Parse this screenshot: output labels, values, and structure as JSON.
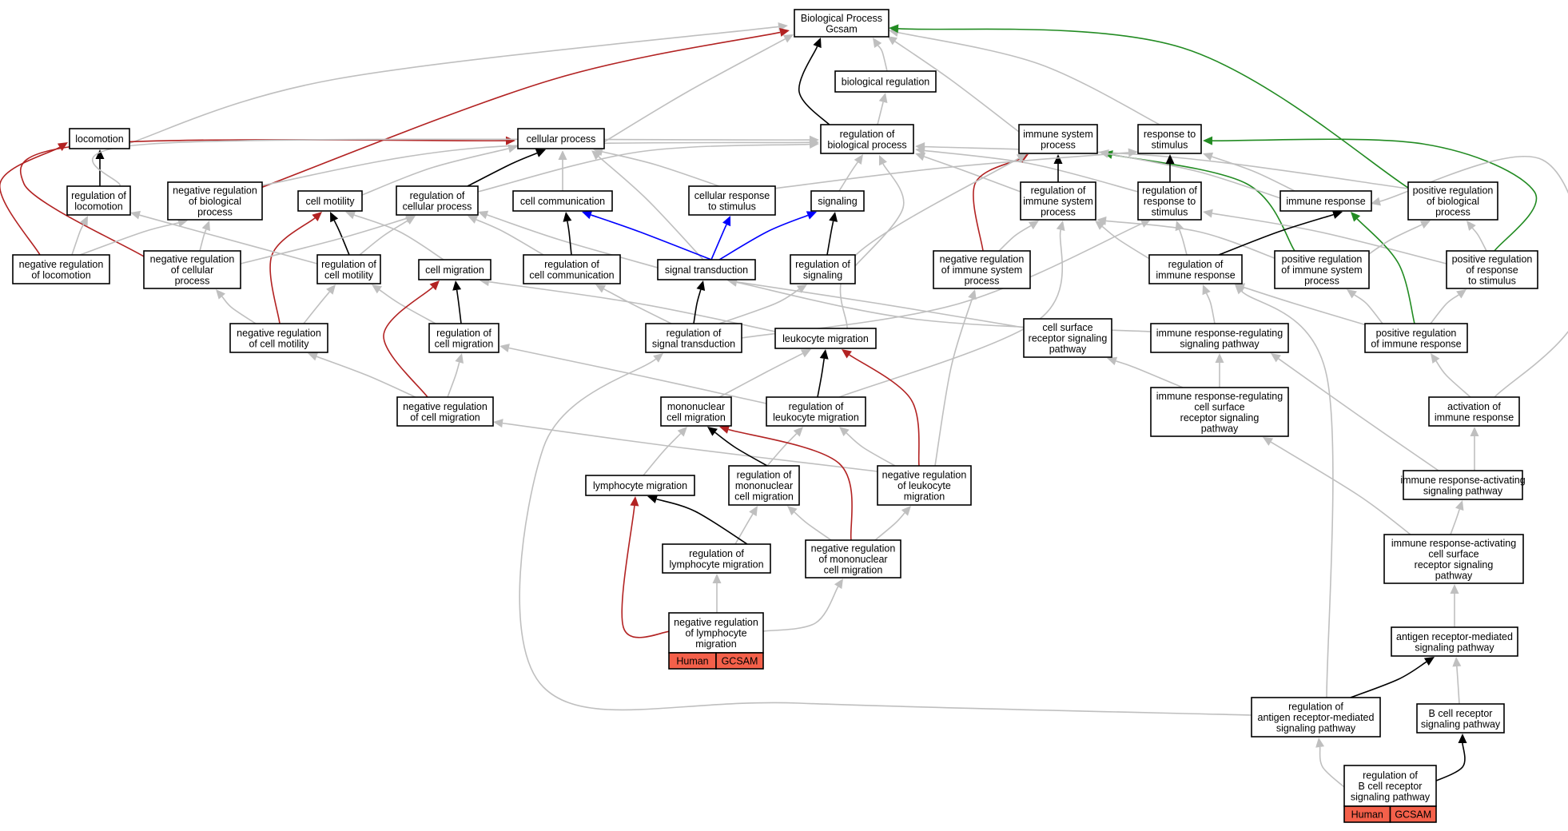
{
  "colors": {
    "is_a": "#bfbfbf",
    "part_of": "#000000",
    "regulates": "#000000",
    "negatively_regulates": "#b22222",
    "positively_regulates": "#228b22",
    "signal": "#0000ff",
    "tag_fill": "#f4604a"
  },
  "nodes": [
    {
      "id": "bp",
      "lines": [
        "Biological Process",
        "Gcsam"
      ]
    },
    {
      "id": "bioreg",
      "lines": [
        "biological regulation"
      ]
    },
    {
      "id": "loco",
      "lines": [
        "locomotion"
      ]
    },
    {
      "id": "cellproc",
      "lines": [
        "cellular process"
      ]
    },
    {
      "id": "regbio",
      "lines": [
        "regulation of",
        "biological process"
      ]
    },
    {
      "id": "immsys",
      "lines": [
        "immune system",
        "process"
      ]
    },
    {
      "id": "resp",
      "lines": [
        "response to",
        "stimulus"
      ]
    },
    {
      "id": "regloco",
      "lines": [
        "regulation of",
        "locomotion"
      ]
    },
    {
      "id": "negregbio",
      "lines": [
        "negative regulation",
        "of biological",
        "process"
      ]
    },
    {
      "id": "cellmot",
      "lines": [
        "cell motility"
      ]
    },
    {
      "id": "regcellproc",
      "lines": [
        "regulation of",
        "cellular process"
      ]
    },
    {
      "id": "cellcomm",
      "lines": [
        "cell communication"
      ]
    },
    {
      "id": "cellresp",
      "lines": [
        "cellular response",
        "to stimulus"
      ]
    },
    {
      "id": "signaling",
      "lines": [
        "signaling"
      ]
    },
    {
      "id": "regimmsys",
      "lines": [
        "regulation of",
        "immune system",
        "process"
      ]
    },
    {
      "id": "regresp",
      "lines": [
        "regulation of",
        "response to",
        "stimulus"
      ]
    },
    {
      "id": "immresp",
      "lines": [
        "immune response"
      ]
    },
    {
      "id": "posregbio",
      "lines": [
        "positive regulation",
        "of biological",
        "process"
      ]
    },
    {
      "id": "negregloco",
      "lines": [
        "negative regulation",
        "of locomotion"
      ]
    },
    {
      "id": "negregcell",
      "lines": [
        "negative regulation",
        "of cellular",
        "process"
      ]
    },
    {
      "id": "regcellmot",
      "lines": [
        "regulation of",
        "cell motility"
      ]
    },
    {
      "id": "cellmig",
      "lines": [
        "cell migration"
      ]
    },
    {
      "id": "regcellcomm",
      "lines": [
        "regulation of",
        "cell communication"
      ]
    },
    {
      "id": "sigtrans",
      "lines": [
        "signal transduction"
      ]
    },
    {
      "id": "regsig",
      "lines": [
        "regulation of",
        "signaling"
      ]
    },
    {
      "id": "negregimm",
      "lines": [
        "negative regulation",
        "of immune system",
        "process"
      ]
    },
    {
      "id": "regimmresp",
      "lines": [
        "regulation of",
        "immune response"
      ]
    },
    {
      "id": "posregimmsys",
      "lines": [
        "positive regulation",
        "of immune system",
        "process"
      ]
    },
    {
      "id": "posregresp",
      "lines": [
        "positive regulation",
        "of response",
        "to stimulus"
      ]
    },
    {
      "id": "negregmot",
      "lines": [
        "negative regulation",
        "of cell motility"
      ]
    },
    {
      "id": "regcellmig",
      "lines": [
        "regulation of",
        "cell migration"
      ]
    },
    {
      "id": "regsigtrans",
      "lines": [
        "regulation of",
        "signal transduction"
      ]
    },
    {
      "id": "leukmig",
      "lines": [
        "leukocyte migration"
      ]
    },
    {
      "id": "cellsurf",
      "lines": [
        "cell surface",
        "receptor signaling",
        "pathway"
      ]
    },
    {
      "id": "imrespregsig",
      "lines": [
        "immune response-regulating",
        "signaling pathway"
      ]
    },
    {
      "id": "posregimmresp",
      "lines": [
        "positive regulation",
        "of immune response"
      ]
    },
    {
      "id": "negregcellmig",
      "lines": [
        "negative regulation",
        "of cell migration"
      ]
    },
    {
      "id": "mononuc",
      "lines": [
        "mononuclear",
        "cell migration"
      ]
    },
    {
      "id": "regleuk",
      "lines": [
        "regulation of",
        "leukocyte migration"
      ]
    },
    {
      "id": "imrespregcs",
      "lines": [
        "immune response-regulating",
        "cell surface",
        "receptor signaling",
        "pathway"
      ]
    },
    {
      "id": "actimm",
      "lines": [
        "activation of",
        "immune response"
      ]
    },
    {
      "id": "lymph",
      "lines": [
        "lymphocyte migration"
      ]
    },
    {
      "id": "regmono",
      "lines": [
        "regulation of",
        "mononuclear",
        "cell migration"
      ]
    },
    {
      "id": "negregleuk",
      "lines": [
        "negative regulation",
        "of leukocyte",
        "migration"
      ]
    },
    {
      "id": "imrespact",
      "lines": [
        "immune response-activating",
        "signaling pathway"
      ]
    },
    {
      "id": "reglymph",
      "lines": [
        "regulation of",
        "lymphocyte migration"
      ]
    },
    {
      "id": "negregmono",
      "lines": [
        "negative regulation",
        "of mononuclear",
        "cell migration"
      ]
    },
    {
      "id": "imrespactcs",
      "lines": [
        "immune response-activating",
        "cell surface",
        "receptor signaling",
        "pathway"
      ]
    },
    {
      "id": "negreglymph",
      "lines": [
        "negative regulation",
        "of lymphocyte",
        "migration"
      ],
      "tags": [
        "Human",
        "GCSAM"
      ]
    },
    {
      "id": "antigen",
      "lines": [
        "antigen receptor-mediated",
        "signaling pathway"
      ]
    },
    {
      "id": "regantigen",
      "lines": [
        "regulation of",
        "antigen receptor-mediated",
        "signaling pathway"
      ]
    },
    {
      "id": "bcr",
      "lines": [
        "B cell receptor",
        "signaling pathway"
      ]
    },
    {
      "id": "regbcr",
      "lines": [
        "regulation of",
        "B cell receptor",
        "signaling pathway"
      ],
      "tags": [
        "Human",
        "GCSAM"
      ]
    }
  ],
  "edges": [
    {
      "from": "loco",
      "to": "bp",
      "type": "is_a"
    },
    {
      "from": "cellproc",
      "to": "bp",
      "type": "is_a"
    },
    {
      "from": "bioreg",
      "to": "bp",
      "type": "is_a"
    },
    {
      "from": "regbio",
      "to": "bp",
      "type": "part_of"
    },
    {
      "from": "negregbio",
      "to": "bp",
      "type": "negatively_regulates"
    },
    {
      "from": "immsys",
      "to": "bp",
      "type": "is_a"
    },
    {
      "from": "resp",
      "to": "bp",
      "type": "is_a"
    },
    {
      "from": "posregbio",
      "to": "bp",
      "type": "positively_regulates"
    },
    {
      "from": "regbio",
      "to": "bioreg",
      "type": "is_a"
    },
    {
      "from": "regloco",
      "to": "loco",
      "type": "part_of"
    },
    {
      "from": "negregloco",
      "to": "loco",
      "type": "negatively_regulates"
    },
    {
      "from": "regcellproc",
      "to": "cellproc",
      "type": "part_of"
    },
    {
      "from": "cellmot",
      "to": "cellproc",
      "type": "is_a"
    },
    {
      "from": "cellcomm",
      "to": "cellproc",
      "type": "is_a"
    },
    {
      "from": "cellresp",
      "to": "cellproc",
      "type": "is_a"
    },
    {
      "from": "sigtrans",
      "to": "cellproc",
      "type": "is_a"
    },
    {
      "from": "negregcell",
      "to": "cellproc",
      "type": "negatively_regulates"
    },
    {
      "from": "regloco",
      "to": "regbio",
      "type": "is_a"
    },
    {
      "from": "negregbio",
      "to": "regbio",
      "type": "is_a"
    },
    {
      "from": "regcellproc",
      "to": "regbio",
      "type": "is_a"
    },
    {
      "from": "signaling",
      "to": "regbio",
      "type": "is_a"
    },
    {
      "from": "regsig",
      "to": "regbio",
      "type": "is_a"
    },
    {
      "from": "regimmsys",
      "to": "regbio",
      "type": "is_a"
    },
    {
      "from": "regresp",
      "to": "regbio",
      "type": "is_a"
    },
    {
      "from": "posregbio",
      "to": "regbio",
      "type": "is_a"
    },
    {
      "from": "regimmsys",
      "to": "immsys",
      "type": "part_of"
    },
    {
      "from": "negregimm",
      "to": "immsys",
      "type": "negatively_regulates"
    },
    {
      "from": "posregimmsys",
      "to": "immsys",
      "type": "positively_regulates"
    },
    {
      "from": "leukmig",
      "to": "immsys",
      "type": "is_a"
    },
    {
      "from": "immresp",
      "to": "immsys",
      "type": "is_a"
    },
    {
      "from": "cellresp",
      "to": "resp",
      "type": "is_a"
    },
    {
      "from": "regresp",
      "to": "resp",
      "type": "part_of"
    },
    {
      "from": "immresp",
      "to": "resp",
      "type": "is_a"
    },
    {
      "from": "posregresp",
      "to": "resp",
      "type": "positively_regulates"
    },
    {
      "from": "negregloco",
      "to": "regloco",
      "type": "is_a"
    },
    {
      "from": "negregloco",
      "to": "negregbio",
      "type": "is_a"
    },
    {
      "from": "negregcell",
      "to": "negregbio",
      "type": "is_a"
    },
    {
      "from": "regcellmot",
      "to": "cellmot",
      "type": "part_of"
    },
    {
      "from": "negregmot",
      "to": "cellmot",
      "type": "negatively_regulates"
    },
    {
      "from": "cellmig",
      "to": "cellmot",
      "type": "is_a"
    },
    {
      "from": "regcellmot",
      "to": "regloco",
      "type": "is_a"
    },
    {
      "from": "negregcell",
      "to": "regcellproc",
      "type": "is_a"
    },
    {
      "from": "regcellmot",
      "to": "regcellproc",
      "type": "is_a"
    },
    {
      "from": "regcellcomm",
      "to": "regcellproc",
      "type": "is_a"
    },
    {
      "from": "sigtrans",
      "to": "regcellproc",
      "type": "is_a"
    },
    {
      "from": "regcellcomm",
      "to": "cellcomm",
      "type": "part_of"
    },
    {
      "from": "sigtrans",
      "to": "cellcomm",
      "type": "signal"
    },
    {
      "from": "sigtrans",
      "to": "cellresp",
      "type": "signal"
    },
    {
      "from": "sigtrans",
      "to": "signaling",
      "type": "signal"
    },
    {
      "from": "regsig",
      "to": "signaling",
      "type": "part_of"
    },
    {
      "from": "regsigtrans",
      "to": "regsig",
      "type": "is_a"
    },
    {
      "from": "negregimm",
      "to": "regimmsys",
      "type": "is_a"
    },
    {
      "from": "regimmresp",
      "to": "regimmsys",
      "type": "is_a"
    },
    {
      "from": "posregimmsys",
      "to": "regimmsys",
      "type": "is_a"
    },
    {
      "from": "regleuk",
      "to": "regimmsys",
      "type": "is_a"
    },
    {
      "from": "regimmresp",
      "to": "regresp",
      "type": "is_a"
    },
    {
      "from": "posregresp",
      "to": "regresp",
      "type": "is_a"
    },
    {
      "from": "regsigtrans",
      "to": "regresp",
      "type": "is_a"
    },
    {
      "from": "regimmresp",
      "to": "immresp",
      "type": "part_of"
    },
    {
      "from": "posregimmresp",
      "to": "immresp",
      "type": "positively_regulates"
    },
    {
      "from": "posregimmsys",
      "to": "posregbio",
      "type": "is_a"
    },
    {
      "from": "posregresp",
      "to": "posregbio",
      "type": "is_a"
    },
    {
      "from": "negregmot",
      "to": "negregcell",
      "type": "is_a"
    },
    {
      "from": "negregmot",
      "to": "regcellmot",
      "type": "is_a"
    },
    {
      "from": "regcellmig",
      "to": "regcellmot",
      "type": "is_a"
    },
    {
      "from": "regcellmig",
      "to": "cellmig",
      "type": "part_of"
    },
    {
      "from": "negregcellmig",
      "to": "cellmig",
      "type": "negatively_regulates"
    },
    {
      "from": "leukmig",
      "to": "cellmig",
      "type": "is_a"
    },
    {
      "from": "regsigtrans",
      "to": "regcellcomm",
      "type": "is_a"
    },
    {
      "from": "regsigtrans",
      "to": "sigtrans",
      "type": "part_of"
    },
    {
      "from": "cellsurf",
      "to": "sigtrans",
      "type": "is_a"
    },
    {
      "from": "imrespregsig",
      "to": "sigtrans",
      "type": "is_a"
    },
    {
      "from": "negregleuk",
      "to": "negregimm",
      "type": "is_a"
    },
    {
      "from": "imrespregsig",
      "to": "regimmresp",
      "type": "is_a"
    },
    {
      "from": "posregimmresp",
      "to": "regimmresp",
      "type": "is_a"
    },
    {
      "from": "regantigen",
      "to": "regimmresp",
      "type": "is_a"
    },
    {
      "from": "posregimmresp",
      "to": "posregimmsys",
      "type": "is_a"
    },
    {
      "from": "posregimmresp",
      "to": "posregresp",
      "type": "is_a"
    },
    {
      "from": "actimm",
      "to": "posregimmresp",
      "type": "is_a"
    },
    {
      "from": "actimm",
      "to": "immresp",
      "type": "is_a"
    },
    {
      "from": "negregcellmig",
      "to": "negregmot",
      "type": "is_a"
    },
    {
      "from": "negregcellmig",
      "to": "regcellmig",
      "type": "is_a"
    },
    {
      "from": "regleuk",
      "to": "regcellmig",
      "type": "is_a"
    },
    {
      "from": "regleuk",
      "to": "leukmig",
      "type": "part_of"
    },
    {
      "from": "negregleuk",
      "to": "leukmig",
      "type": "negatively_regulates"
    },
    {
      "from": "mononuc",
      "to": "leukmig",
      "type": "is_a"
    },
    {
      "from": "imrespregcs",
      "to": "cellsurf",
      "type": "is_a"
    },
    {
      "from": "imrespregcs",
      "to": "imrespregsig",
      "type": "is_a"
    },
    {
      "from": "imrespact",
      "to": "imrespregsig",
      "type": "is_a"
    },
    {
      "from": "imrespact",
      "to": "actimm",
      "type": "is_a"
    },
    {
      "from": "negregleuk",
      "to": "negregcellmig",
      "type": "is_a"
    },
    {
      "from": "negregleuk",
      "to": "regleuk",
      "type": "is_a"
    },
    {
      "from": "regmono",
      "to": "regleuk",
      "type": "is_a"
    },
    {
      "from": "regmono",
      "to": "mononuc",
      "type": "part_of"
    },
    {
      "from": "negregmono",
      "to": "mononuc",
      "type": "negatively_regulates"
    },
    {
      "from": "lymph",
      "to": "mononuc",
      "type": "is_a"
    },
    {
      "from": "negregmono",
      "to": "negregleuk",
      "type": "is_a"
    },
    {
      "from": "negregmono",
      "to": "regmono",
      "type": "is_a"
    },
    {
      "from": "reglymph",
      "to": "regmono",
      "type": "is_a"
    },
    {
      "from": "reglymph",
      "to": "lymph",
      "type": "part_of"
    },
    {
      "from": "negreglymph",
      "to": "lymph",
      "type": "negatively_regulates"
    },
    {
      "from": "negreglymph",
      "to": "reglymph",
      "type": "is_a"
    },
    {
      "from": "negreglymph",
      "to": "negregmono",
      "type": "is_a"
    },
    {
      "from": "imrespactcs",
      "to": "imrespregcs",
      "type": "is_a"
    },
    {
      "from": "imrespactcs",
      "to": "imrespact",
      "type": "is_a"
    },
    {
      "from": "antigen",
      "to": "imrespactcs",
      "type": "is_a"
    },
    {
      "from": "regantigen",
      "to": "antigen",
      "type": "part_of"
    },
    {
      "from": "regantigen",
      "to": "regsigtrans",
      "type": "is_a"
    },
    {
      "from": "bcr",
      "to": "antigen",
      "type": "is_a"
    },
    {
      "from": "regbcr",
      "to": "bcr",
      "type": "part_of"
    },
    {
      "from": "regbcr",
      "to": "regantigen",
      "type": "is_a"
    }
  ]
}
